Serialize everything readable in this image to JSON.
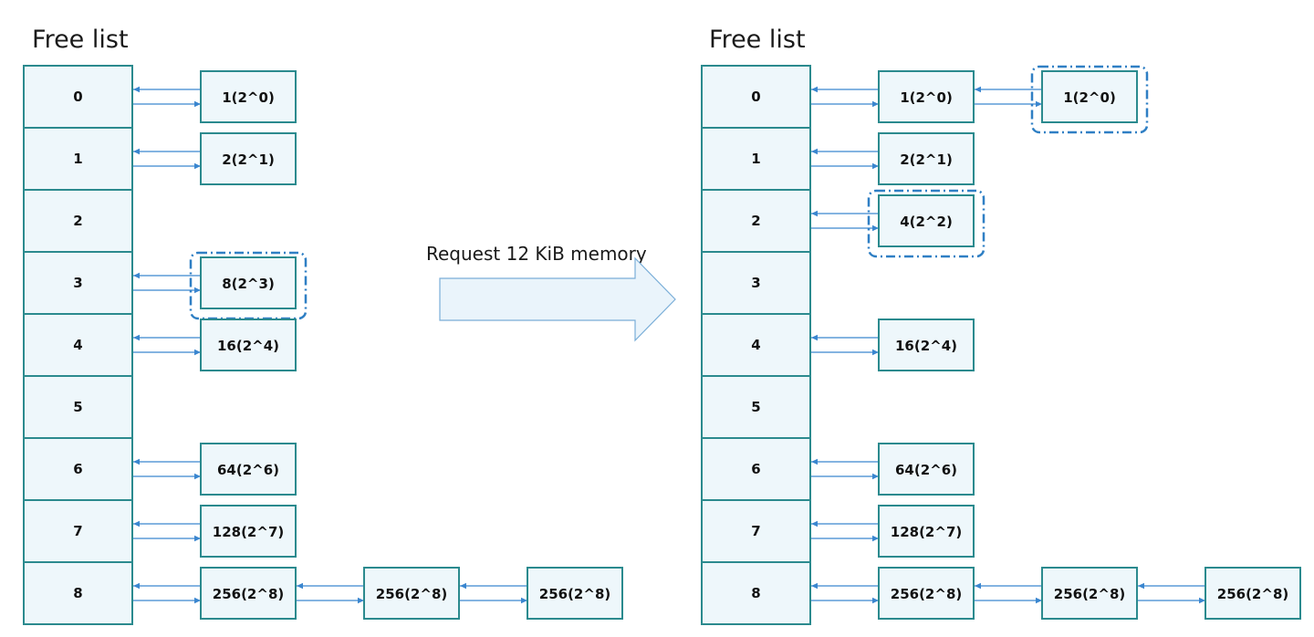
{
  "before": {
    "title": "Free list",
    "indexes": [
      "0",
      "1",
      "2",
      "3",
      "4",
      "5",
      "6",
      "7",
      "8"
    ],
    "lists": [
      {
        "row": 0,
        "blocks": [
          "1(2^0)"
        ]
      },
      {
        "row": 1,
        "blocks": [
          "2(2^1)"
        ]
      },
      {
        "row": 3,
        "blocks": [
          "8(2^3)"
        ],
        "highlight": [
          0
        ]
      },
      {
        "row": 4,
        "blocks": [
          "16(2^4)"
        ]
      },
      {
        "row": 6,
        "blocks": [
          "64(2^6)"
        ]
      },
      {
        "row": 7,
        "blocks": [
          "128(2^7)"
        ]
      },
      {
        "row": 8,
        "blocks": [
          "256(2^8)",
          "256(2^8)",
          "256(2^8)"
        ]
      }
    ]
  },
  "operation": {
    "label": "Request 12 KiB memory"
  },
  "after": {
    "title": "Free list",
    "indexes": [
      "0",
      "1",
      "2",
      "3",
      "4",
      "5",
      "6",
      "7",
      "8"
    ],
    "lists": [
      {
        "row": 0,
        "blocks": [
          "1(2^0)",
          "1(2^0)"
        ],
        "highlight": [
          1
        ]
      },
      {
        "row": 1,
        "blocks": [
          "2(2^1)"
        ]
      },
      {
        "row": 2,
        "blocks": [
          "4(2^2)"
        ],
        "highlight": [
          0
        ]
      },
      {
        "row": 4,
        "blocks": [
          "16(2^4)"
        ]
      },
      {
        "row": 6,
        "blocks": [
          "64(2^6)"
        ]
      },
      {
        "row": 7,
        "blocks": [
          "128(2^7)"
        ]
      },
      {
        "row": 8,
        "blocks": [
          "256(2^8)",
          "256(2^8)",
          "256(2^8)"
        ]
      }
    ]
  },
  "colors": {
    "cell_fill": "#eef7fb",
    "cell_border": "#2b8a8e",
    "link": "#3a86cf",
    "highlight": "#2f7fc4"
  }
}
